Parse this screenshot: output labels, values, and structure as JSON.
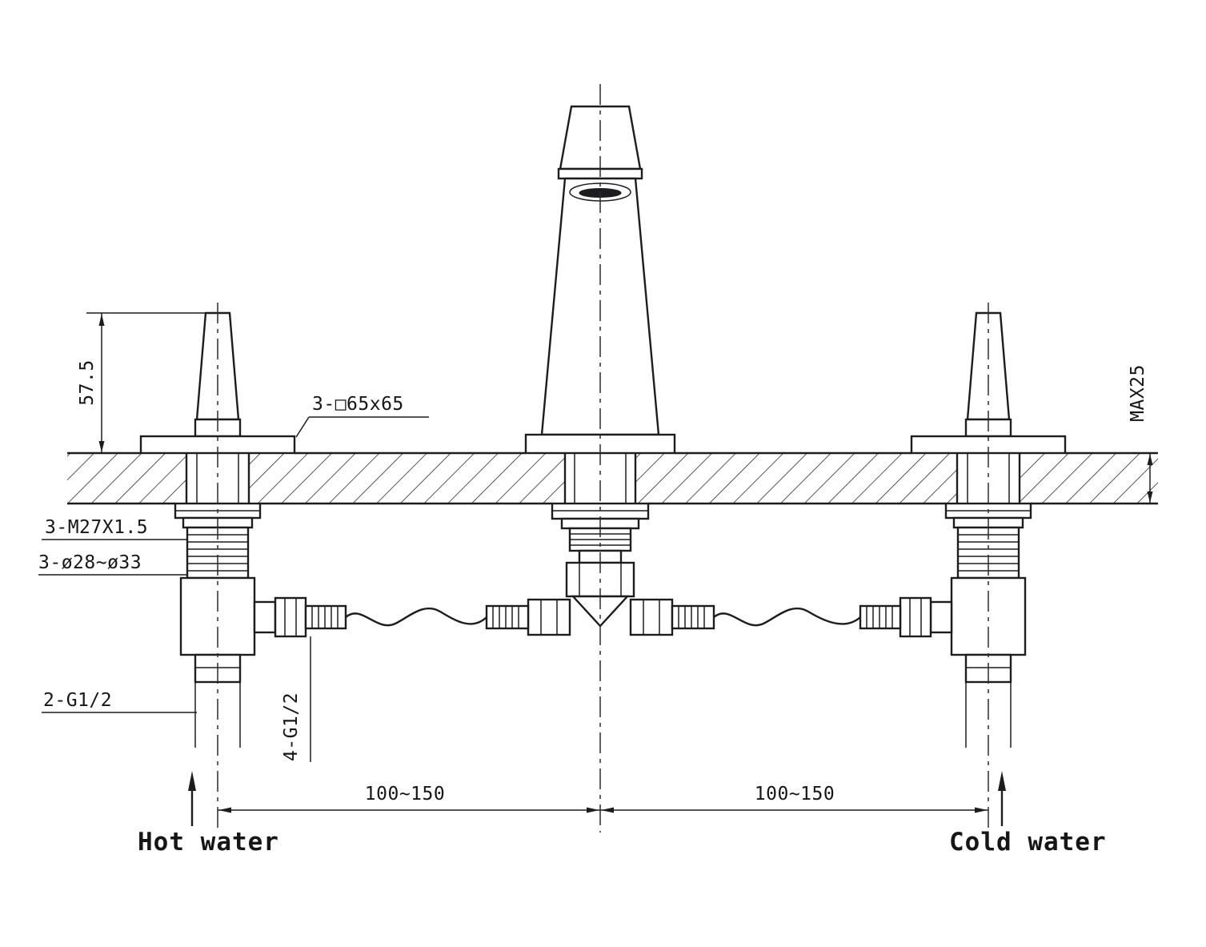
{
  "page": {
    "background": "#ffffff",
    "line_color": "#1d1d1f"
  },
  "annotations": {
    "handle_height": "57.5",
    "escutcheon_size": "3-□65x65",
    "max_deck_thickness": "MAX25",
    "mounting_thread": "3-M27X1.5",
    "hole_diameter": "3-ø28~ø33",
    "bottom_inlet_thread": "2-G1/2",
    "hose_connection_thread": "4-G1/2",
    "left_spacing": "100~150",
    "right_spacing": "100~150",
    "hot_water_label": "Hot water",
    "cold_water_label": "Cold water"
  }
}
